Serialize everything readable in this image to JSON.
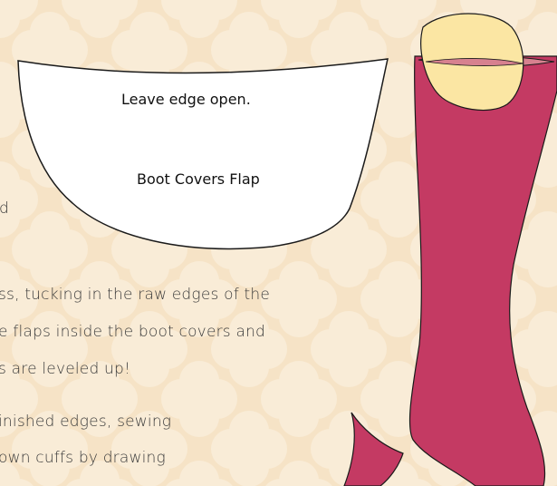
{
  "flap": {
    "edge_label": "Leave edge open.",
    "name_label": "Boot Covers Flap"
  },
  "body_text": {
    "fragment_d": "d",
    "line1": "ss, tucking in the raw edges of the",
    "line2": "e flaps inside the boot covers and",
    "line3": "s are leveled up!",
    "line4": "inished edges, sewing",
    "line5": "own cuffs by drawing"
  },
  "colors": {
    "background": "#f6e3c6",
    "background_pattern": "#f9ecd7",
    "boot": "#c43a63",
    "boot_inner": "#d7818f",
    "cuff": "#fbe6a3",
    "flap_fill": "#ffffff"
  }
}
